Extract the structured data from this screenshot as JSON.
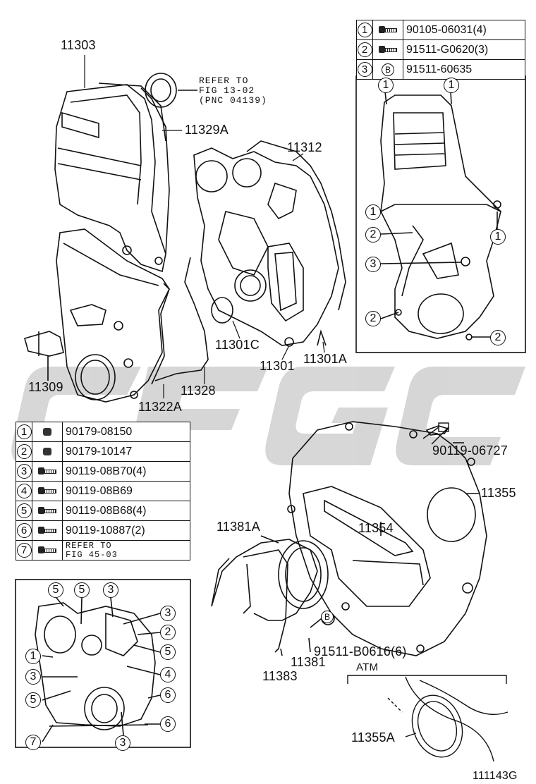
{
  "watermark": "GFgc",
  "figure_code": "111143G",
  "part_labels": {
    "p11303": "11303",
    "p11329A": "11329A",
    "p11312": "11312",
    "p11309": "11309",
    "p11301C": "11301C",
    "p11301": "11301",
    "p11301A": "11301A",
    "p11322A": "11322A",
    "p11328": "11328",
    "p11355": "11355",
    "p11354": "11354",
    "p11381A": "11381A",
    "p11383": "11383",
    "p11381": "11381",
    "p11355A": "11355A",
    "p90119_06727": "90119-06727",
    "p91511_B0616": "91511-B0616(6)"
  },
  "refer_top": {
    "line1": "REFER TO",
    "line2": "FIG 13-02",
    "line3": "(PNC 04139)"
  },
  "atm_label": "ATM",
  "bolt_b_letter": "B",
  "table_top": [
    {
      "num": "1",
      "icon": "bolt-icon",
      "part": "90105-06031(4)"
    },
    {
      "num": "2",
      "icon": "bolt-icon",
      "part": "91511-G0620(3)"
    },
    {
      "num": "3",
      "icon": "circle-b-icon",
      "icon_letter": "B",
      "part": "91511-60635"
    }
  ],
  "table_bottom": [
    {
      "num": "1",
      "icon": "nut-icon",
      "part": "90179-08150"
    },
    {
      "num": "2",
      "icon": "nut-icon",
      "part": "90179-10147"
    },
    {
      "num": "3",
      "icon": "bolt-icon",
      "part": "90119-08B70(4)"
    },
    {
      "num": "4",
      "icon": "bolt-icon",
      "part": "90119-08B69"
    },
    {
      "num": "5",
      "icon": "bolt-icon",
      "part": "90119-08B68(4)"
    },
    {
      "num": "6",
      "icon": "bolt-icon",
      "part": "90119-10887(2)"
    },
    {
      "num": "7",
      "icon": "bolt-icon",
      "part_line1": "REFER TO",
      "part_line2": "FIG 45-03"
    }
  ],
  "callouts_top_right": [
    "1",
    "1",
    "1",
    "1",
    "2",
    "3",
    "2",
    "2"
  ],
  "callouts_bottom_left": [
    "5",
    "5",
    "3",
    "3",
    "2",
    "5",
    "1",
    "3",
    "4",
    "5",
    "6",
    "7",
    "6",
    "3"
  ]
}
